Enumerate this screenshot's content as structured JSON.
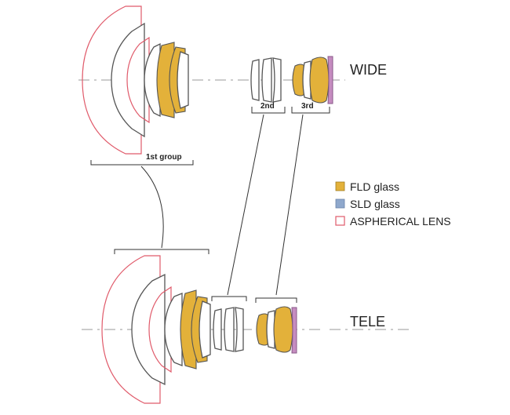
{
  "diagram": {
    "wide_label": "WIDE",
    "tele_label": "TELE",
    "group_labels": {
      "first": "1st group",
      "second": "2nd",
      "third": "3rd"
    }
  },
  "legend": {
    "items": [
      {
        "label": "FLD glass",
        "swatch": "fld",
        "color": "#e3b13a"
      },
      {
        "label": "SLD glass",
        "swatch": "sld",
        "color": "#8fa8cc"
      },
      {
        "label": "ASPHERICAL LENS",
        "swatch": "asph",
        "color": "#e05a6a"
      }
    ]
  },
  "colors": {
    "fld": "#e3b13a",
    "sld": "#8fa8cc",
    "aspherical_outline": "#e05a6a",
    "element_outline": "#555555",
    "rear_element": "#c58cc0"
  }
}
